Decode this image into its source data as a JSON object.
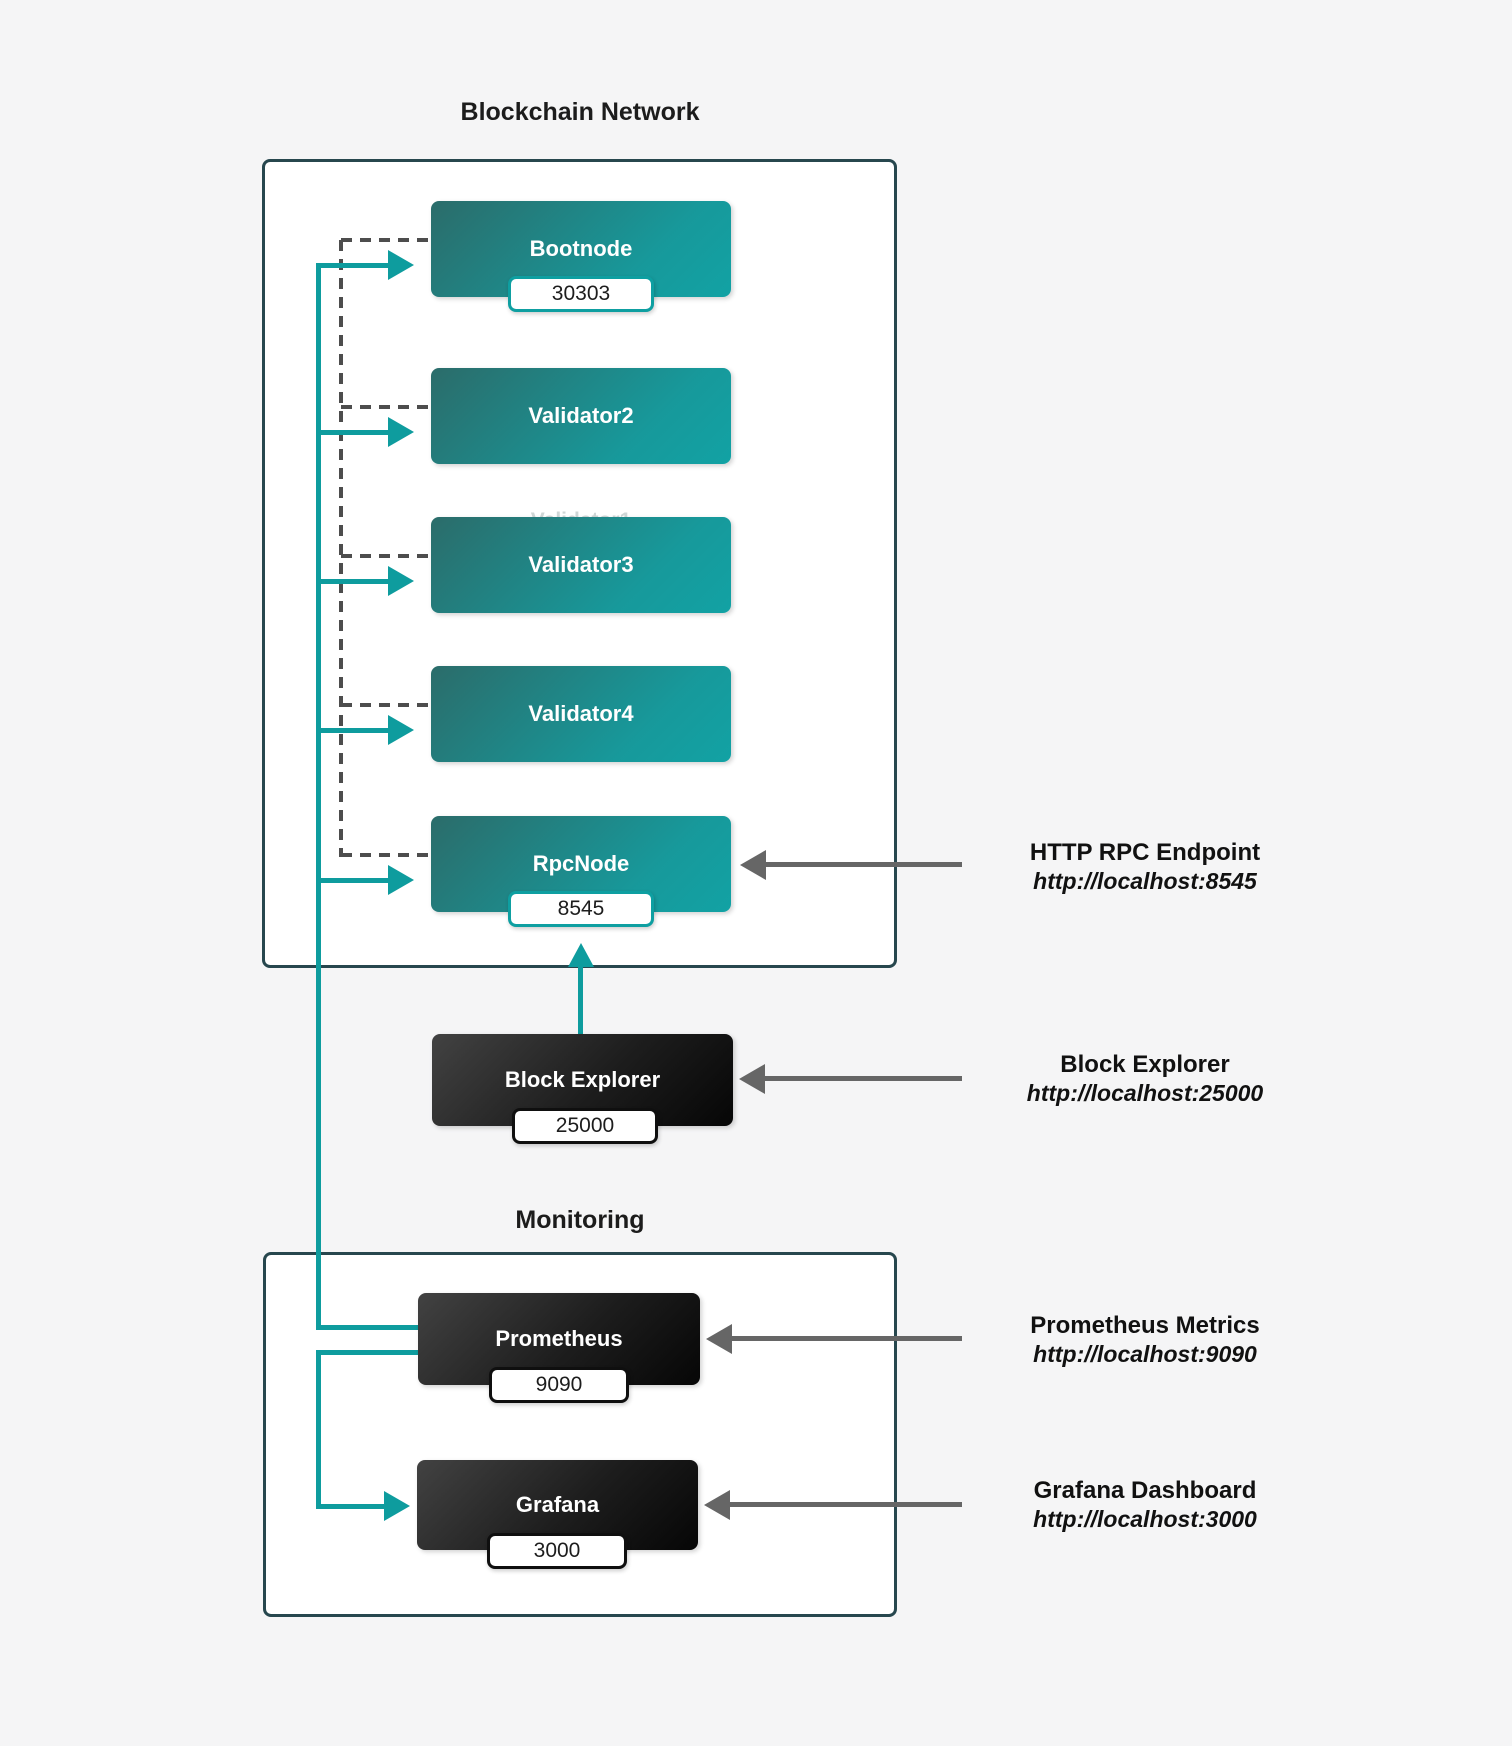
{
  "colors": {
    "background": "#f5f5f6",
    "container_border": "#27474e",
    "teal_accent": "#0e9c9e",
    "node_gradient_start": "#2b6c6a",
    "node_gradient_end": "#12a2a4",
    "dark_node_gradient_start": "#424242",
    "dark_node_gradient_end": "#060606",
    "dashed_line": "#4d4d4d",
    "gray_arrow": "#666666"
  },
  "blockchain_section": {
    "title": "Blockchain Network",
    "nodes": [
      {
        "label": "Bootnode",
        "port": "30303"
      },
      {
        "label": "Validator2"
      },
      {
        "label": "Validator3"
      },
      {
        "label": "Validator4"
      },
      {
        "label": "RpcNode",
        "port": "8545"
      }
    ],
    "ghost_label": "Validator1"
  },
  "block_explorer": {
    "label": "Block Explorer",
    "port": "25000"
  },
  "monitoring_section": {
    "title": "Monitoring",
    "nodes": [
      {
        "label": "Prometheus",
        "port": "9090"
      },
      {
        "label": "Grafana",
        "port": "3000"
      }
    ]
  },
  "annotations": [
    {
      "title": "HTTP RPC Endpoint",
      "url": "http://localhost:8545"
    },
    {
      "title": "Block Explorer",
      "url": "http://localhost:25000"
    },
    {
      "title": "Prometheus Metrics",
      "url": "http://localhost:9090"
    },
    {
      "title": "Grafana Dashboard",
      "url": "http://localhost:3000"
    }
  ]
}
